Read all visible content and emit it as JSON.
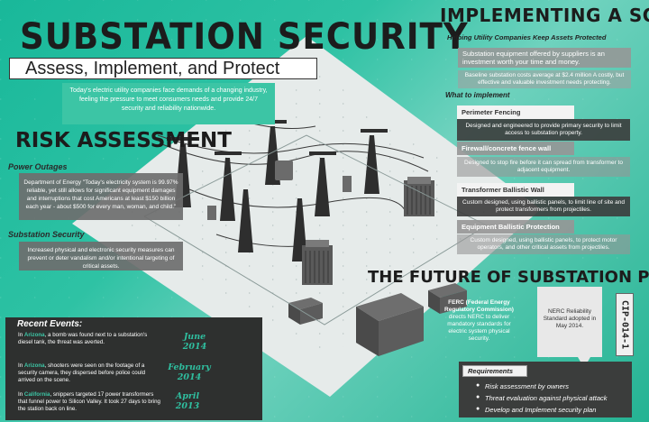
{
  "header": {
    "title": "SUBSTATION SECURITY",
    "subtitle": "Assess, Implement, and Protect"
  },
  "intro": {
    "text": "Today's electric utility companies face demands of a changing industry, feeling the pressure to meet consumers needs and provide 24/7 security and reliability nationwide."
  },
  "risk_assessment": {
    "heading": "RISK ASSESSMENT",
    "power_outages": {
      "label": "Power Outages",
      "text": "Department of Energy \"Today's electricity system is 99.97% reliable, yet still allows for significant equipment damages and interruptions that cost Americans at least $150 billion each year - about $500 for every man, woman, and child.\""
    },
    "substation_security": {
      "label": "Substation Security",
      "text": "Increased physical and electronic security measures can prevent or deter vandalism and/or intentional targeting of critical assets."
    }
  },
  "implementing": {
    "heading": "IMPLEMENTING A SOLUTION",
    "subheading": "Helping Utility Companies Keep Assets Protected",
    "offer_text": "Substation equipment offered by suppliers is an investment worth your time and money.",
    "cost_text": "Baseline substation costs average at $2.4 million A costly, but effective and valuable investment needs protecting.",
    "what_label": "What to implement",
    "items": [
      {
        "label": "Perimeter Fencing",
        "desc": "Designed and engineered to provide primary security to limit access to substation property."
      },
      {
        "label": "Firewall/concrete fence wall",
        "desc": "Designed to stop fire before it can spread from transformer to adjacent equipment."
      },
      {
        "label": "Transformer Ballistic Wall",
        "desc": "Custom designed, using ballistic panels, to limit line of site and protect transformers from projectiles."
      },
      {
        "label": "Equipment Ballistic Protection",
        "desc": "Custom designed, using ballistic panels, to protect motor operators, and other critical assets from projectiles."
      }
    ]
  },
  "future": {
    "heading": "THE FUTURE OF SUBSTATION PROTECTION",
    "ferc_title": "FERC (Federal Energy Regulatory Commission)",
    "ferc_text": "directs NERC to deliver mandatory standards for electric system physical security.",
    "nerc_text": "NERC Reliability Standard adopted in May 2014.",
    "cip": "CIP-014-1",
    "requirements_label": "Requirements",
    "requirements": [
      "Risk assessment by owners",
      "Threat evaluation against physical attack",
      "Develop and Implement security plan"
    ]
  },
  "events": {
    "title": "Recent Events:",
    "items": [
      {
        "place": "Arizona",
        "pre": "In ",
        "post": ", a bomb was found next to a substation's diesel tank, the threat was averted.",
        "month": "June",
        "year": "2014"
      },
      {
        "place": "Arizona",
        "pre": "In ",
        "post": ", shooters were seen on the footage of a security camera, they dispersed before police could arrived on the scene.",
        "month": "February",
        "year": "2014"
      },
      {
        "place": "California",
        "pre": "In ",
        "post": ", snippers targeted 17 power transformers that funnel power to Silicon Valley.  It took 27 days to bring the station back on line.",
        "month": "April",
        "year": "2013"
      }
    ]
  },
  "colors": {
    "accent": "#2fbe9f",
    "panel_dark": "#2e302f",
    "panel_gray": "#8f8f8f"
  }
}
